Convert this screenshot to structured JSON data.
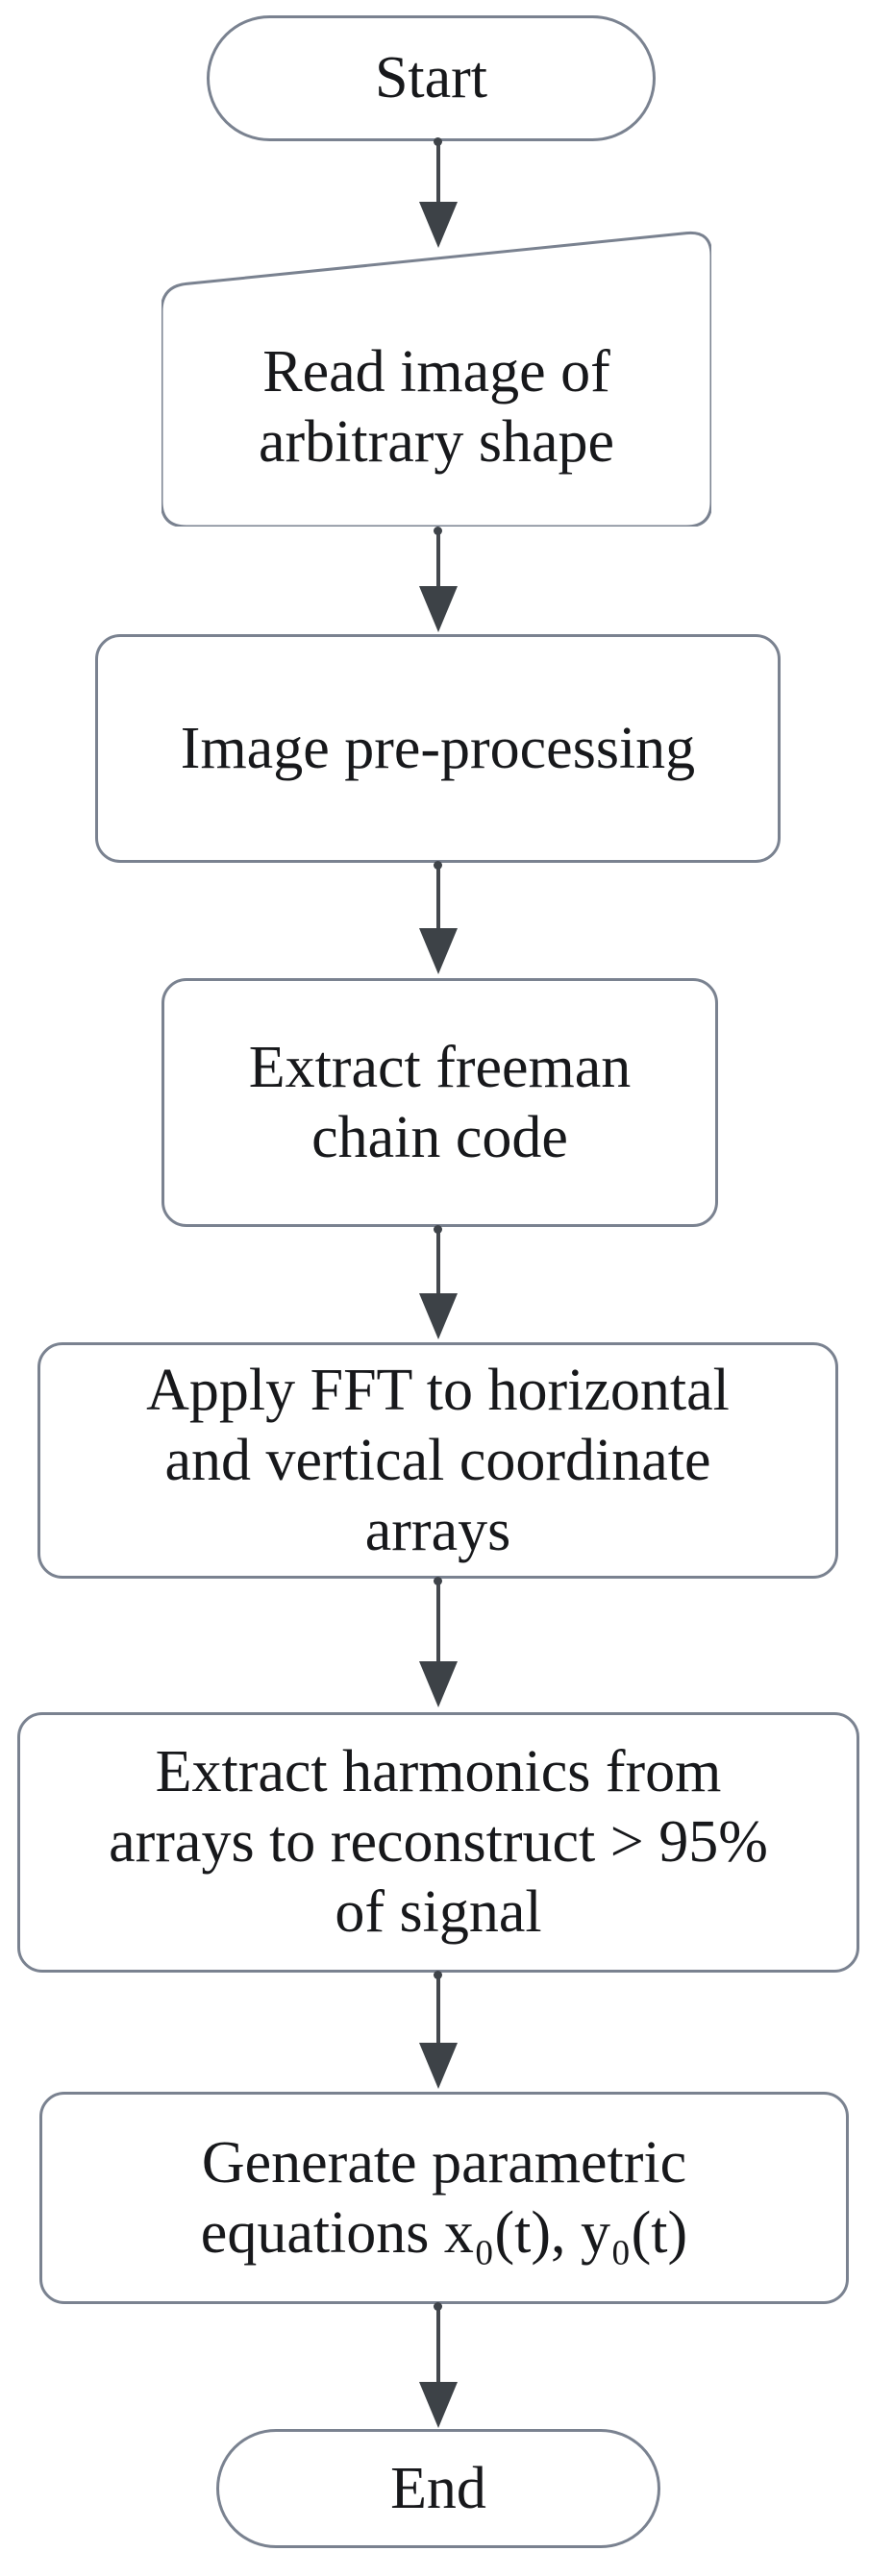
{
  "colors": {
    "background": "#ffffff",
    "node_fill": "#ffffff",
    "node_border": "#7a8290",
    "arrow": "#3f444a",
    "text": "#17181b"
  },
  "flowchart": {
    "nodes": {
      "start": {
        "type": "terminator",
        "label": "Start"
      },
      "read_image": {
        "type": "input-card",
        "lines": [
          "Read image of",
          "arbitrary shape"
        ]
      },
      "preprocessing": {
        "type": "process",
        "label": "Image pre-processing"
      },
      "chain_code": {
        "type": "process",
        "lines": [
          "Extract freeman",
          "chain code"
        ]
      },
      "fft": {
        "type": "process",
        "lines": [
          "Apply FFT to horizontal",
          "and vertical coordinate",
          "arrays"
        ]
      },
      "harmonics": {
        "type": "process",
        "lines": [
          "Extract harmonics from",
          "arrays to reconstruct > 95%",
          "of signal"
        ]
      },
      "parametric": {
        "type": "process",
        "lines": [
          "Generate parametric",
          "equations x₀(t), y₀(t)"
        ]
      },
      "end": {
        "type": "terminator",
        "label": "End"
      }
    },
    "edges": [
      {
        "from": "start",
        "to": "read_image"
      },
      {
        "from": "read_image",
        "to": "preprocessing"
      },
      {
        "from": "preprocessing",
        "to": "chain_code"
      },
      {
        "from": "chain_code",
        "to": "fft"
      },
      {
        "from": "fft",
        "to": "harmonics"
      },
      {
        "from": "harmonics",
        "to": "parametric"
      },
      {
        "from": "parametric",
        "to": "end"
      }
    ]
  }
}
